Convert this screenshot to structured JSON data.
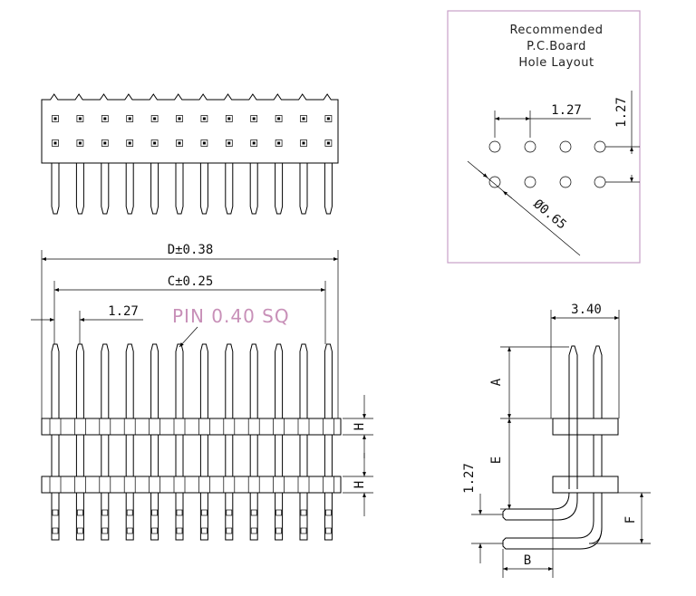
{
  "front_view": {
    "dim_D": "D±0.38",
    "dim_C": "C±0.25",
    "dim_pitch": "1.27",
    "pin_note": "PIN 0.40 SQ",
    "dim_H_top": "H",
    "dim_H_bottom": "H"
  },
  "layout_box": {
    "title_line1": "Recommended",
    "title_line2": "P.C.Board",
    "title_line3": "Hole Layout",
    "dim_pitch_x": "1.27",
    "dim_pitch_y": "1.27",
    "dim_hole": "Ø0.65"
  },
  "side_view": {
    "dim_width": "3.40",
    "dim_A": "A",
    "dim_E": "E",
    "dim_row_pitch": "1.27",
    "dim_F": "F",
    "dim_B": "B"
  },
  "colors": {
    "outline": "#000000",
    "note": "#c890b8",
    "box_border": "#c8a0c8"
  }
}
